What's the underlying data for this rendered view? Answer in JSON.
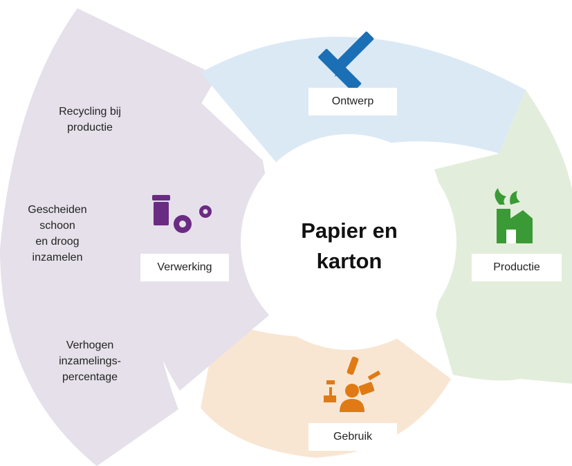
{
  "center": {
    "line1": "Papier en",
    "line2": "karton"
  },
  "segments": {
    "ontwerp": {
      "label": "Ontwerp",
      "color": "#dbe9f5",
      "icon_color": "#1b6fb5",
      "icon": "ruler-pencil-icon"
    },
    "productie": {
      "label": "Productie",
      "color": "#e2eedb",
      "icon_color": "#3a9a35",
      "icon": "factory-icon"
    },
    "gebruik": {
      "label": "Gebruik",
      "color": "#f8e6d3",
      "icon_color": "#e07a14",
      "icon": "user-objects-icon"
    },
    "verwerking": {
      "label": "Verwerking",
      "color": "#e5e0ea",
      "icon_color": "#6a2b82",
      "icon": "bin-gears-icon"
    }
  },
  "outer_band": {
    "color": "#e5e0ea",
    "items": [
      {
        "line1": "Recycling bij",
        "line2": "productie"
      },
      {
        "line1": "Gescheiden",
        "line2": "schoon",
        "line3": "en droog",
        "line4": "inzamelen"
      },
      {
        "line1": "Verhogen",
        "line2": "inzamelings-",
        "line3": "percentage"
      }
    ]
  }
}
